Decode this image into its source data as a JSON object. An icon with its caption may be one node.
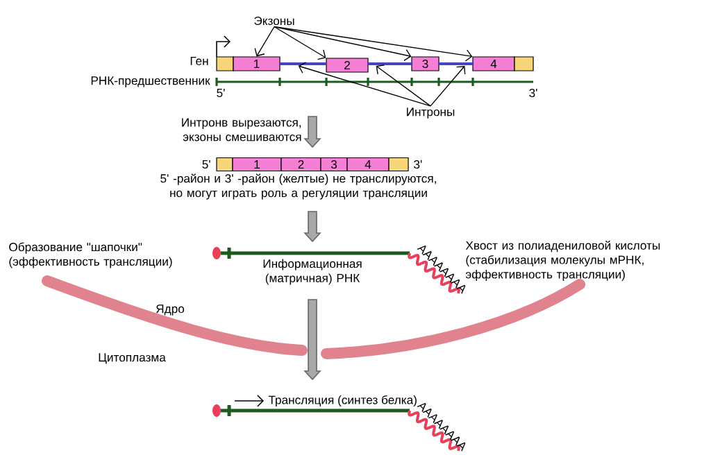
{
  "diagram": {
    "nodes": [
      {
        "text": [
          "Экзоны"
        ]
      },
      {
        "text": [],
        "shape": "box"
      },
      {
        "text": [
          "1"
        ]
      },
      {
        "text": [
          "2"
        ]
      },
      {
        "text": [
          "3"
        ]
      },
      {
        "text": [
          "4"
        ]
      },
      {
        "text": [],
        "shape": "box"
      },
      {
        "text": [],
        "shape": "bar"
      },
      {
        "text": [],
        "shape": "bar"
      },
      {
        "text": [],
        "shape": "bar"
      },
      {
        "text": [
          "Интроны"
        ]
      },
      {
        "text": [],
        "shape": "box"
      },
      {
        "text": [
          "1"
        ]
      },
      {
        "text": [
          "2"
        ]
      },
      {
        "text": [
          "3"
        ]
      },
      {
        "text": [
          "4"
        ]
      },
      {
        "text": [],
        "shape": "box"
      }
    ],
    "edges": [
      {
        "from": 0,
        "to": 2,
        "arrow": "to"
      },
      {
        "from": 0,
        "to": 3,
        "arrow": "to"
      },
      {
        "from": 0,
        "to": 4,
        "arrow": "to"
      },
      {
        "from": 0,
        "to": 5,
        "arrow": "to"
      },
      {
        "from": 10,
        "to": 7,
        "arrow": "to"
      },
      {
        "from": 10,
        "to": 8,
        "arrow": "to"
      },
      {
        "from": 10,
        "to": 9,
        "arrow": "to"
      }
    ],
    "labels": [
      "Ген",
      "РНК-предшественник",
      "5'",
      "3'",
      "Интронв вырезаются, экзоны смешиваются",
      "5'",
      "3'",
      "5' -район и 3' -район (желтые) не транслируются, но могут играть роль а регуляции трансляции",
      "Образование \"шапочки\" (эффективность трансляции)",
      "Информационная (матричная) РНК",
      "AAAAAAAA",
      "Хвост из полиадениловой кислоты (стабилизация молекулы мРНК, эффективность трансляции)",
      "Ядро",
      "Цитоплазма",
      "Трансляция (синтез белка)",
      "AAAAAAAA"
    ]
  }
}
